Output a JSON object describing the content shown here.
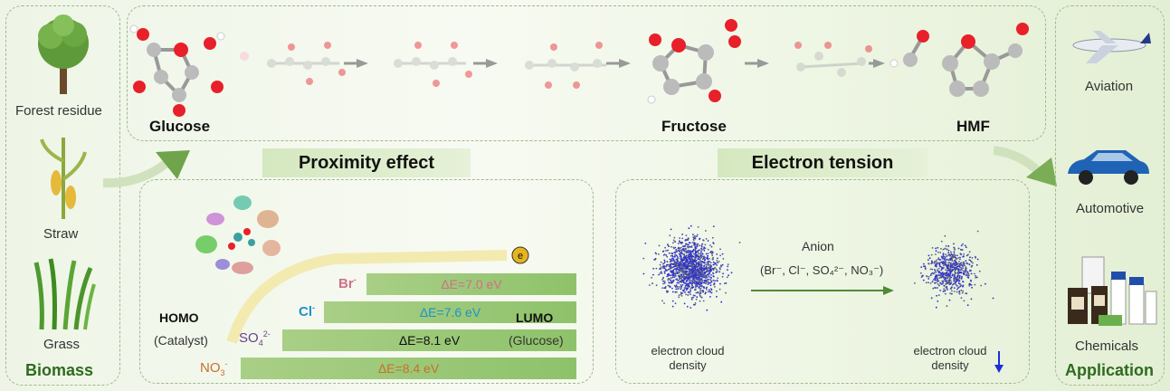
{
  "biomass": {
    "title": "Biomass",
    "items": [
      {
        "label": "Forest residue",
        "icon": "tree-icon"
      },
      {
        "label": "Straw",
        "icon": "corn-stalk-icon"
      },
      {
        "label": "Grass",
        "icon": "grass-icon"
      }
    ]
  },
  "application": {
    "title": "Application",
    "items": [
      {
        "label": "Aviation",
        "icon": "airplane-icon"
      },
      {
        "label": "Automotive",
        "icon": "car-icon"
      },
      {
        "label": "Chemicals",
        "icon": "chemical-bottles-icon"
      }
    ]
  },
  "pathway": {
    "glucose": "Glucose",
    "fructose": "Fructose",
    "hmf": "HMF"
  },
  "proximity": {
    "title": "Proximity effect",
    "homo": "HOMO",
    "homo_sub": "(Catalyst)",
    "lumo": "LUMO",
    "lumo_sub": "(Glucose)",
    "electron": "e",
    "levels": [
      {
        "ion": "Br",
        "sup": "-",
        "energy": "ΔE=7.0 eV",
        "color": "#d06f86"
      },
      {
        "ion": "Cl",
        "sup": "-",
        "energy": "ΔE=7.6 eV",
        "color": "#1c93c9"
      },
      {
        "ion": "SO",
        "sub": "4",
        "sup": "2-",
        "energy": "ΔE=8.1 eV",
        "color": "#6b3f8c"
      },
      {
        "ion": "NO",
        "sub": "3",
        "sup": "-",
        "energy": "ΔE=8.4 eV",
        "color": "#c7702a"
      }
    ]
  },
  "tension": {
    "title": "Electron tension",
    "arrow_label": "Anion",
    "anion_list": "(Br⁻, Cl⁻, SO₄²⁻, NO₃⁻)",
    "left_label": "electron cloud density",
    "right_label": "electron cloud density"
  },
  "colors": {
    "accent_green": "#2e6b1e",
    "bar_green": "#9ac877",
    "oxygen": "#e8202a",
    "carbon": "#b5b5b5",
    "cloud": "#2b2bd6"
  }
}
